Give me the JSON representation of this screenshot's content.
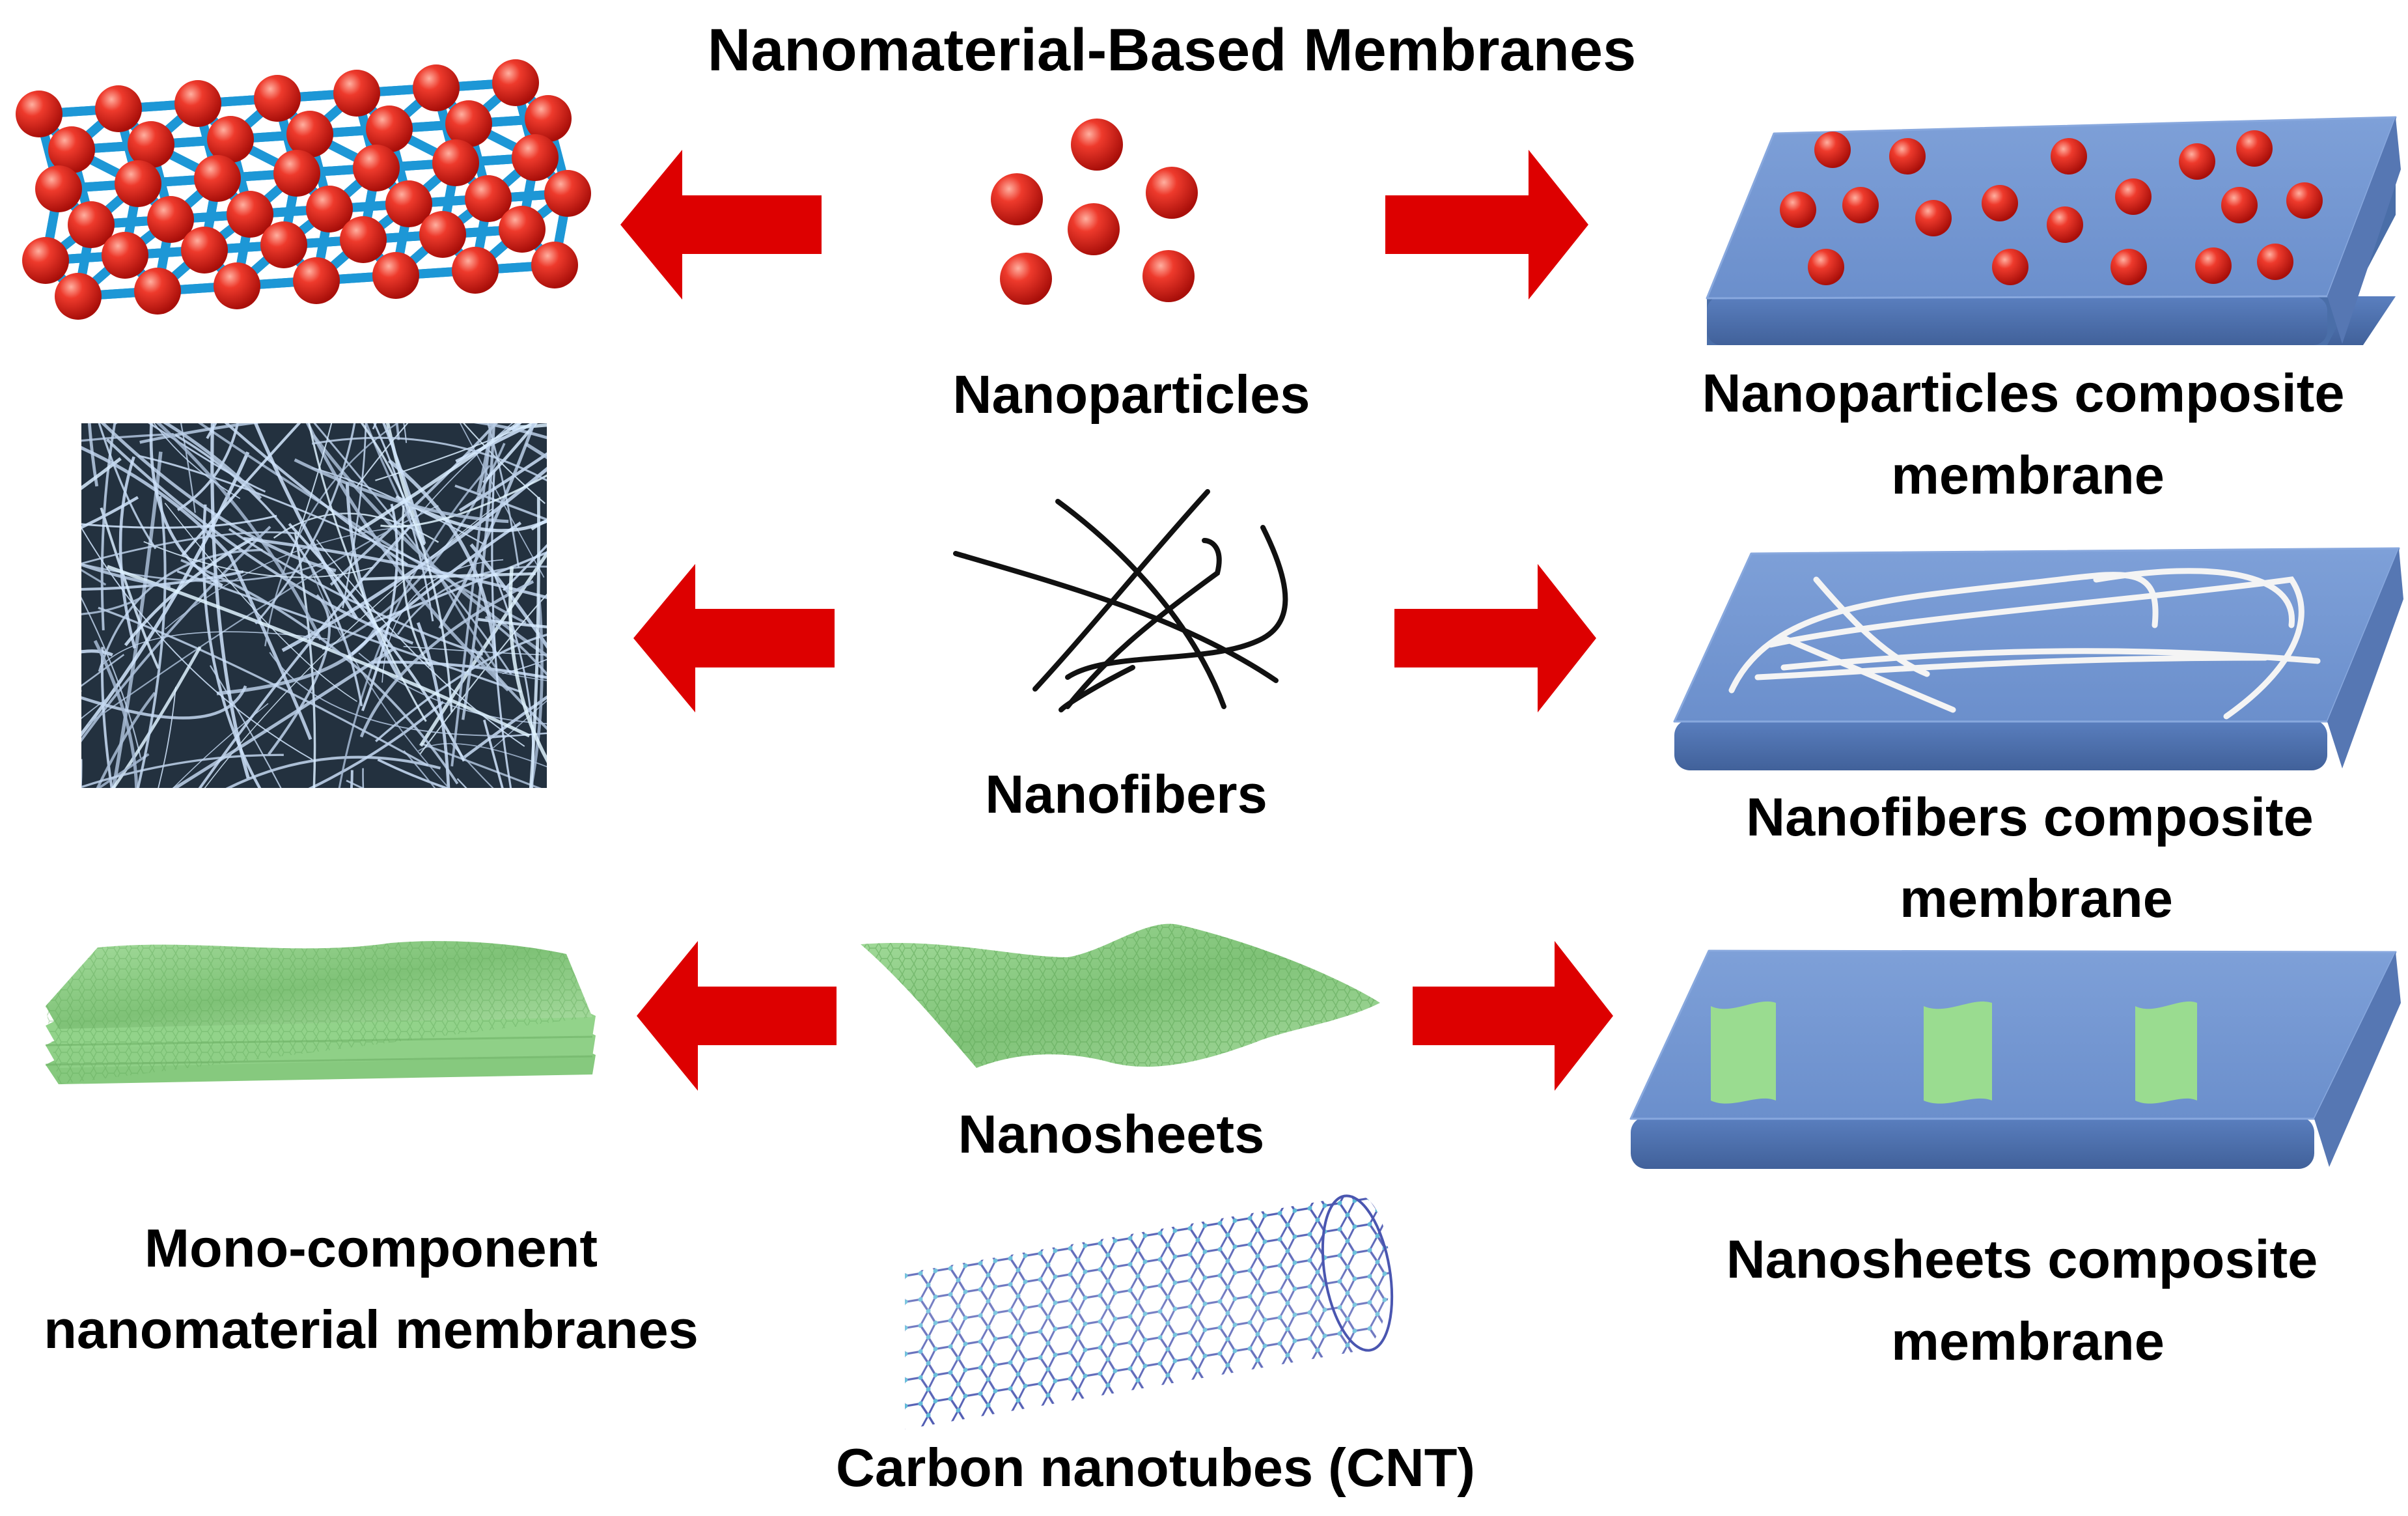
{
  "title": "Nanomaterial-Based Membranes",
  "labels": {
    "nanoparticles": "Nanoparticles",
    "nanofibers": "Nanofibers",
    "nanosheets": "Nanosheets",
    "cnt": "Carbon nanotubes (CNT)",
    "mono_line1": "Mono-component",
    "mono_line2": "nanomaterial membranes",
    "np_comp_line1": "Nanoparticles composite",
    "np_comp_line2": "membrane",
    "nf_comp_line1": "Nanofibers composite",
    "nf_comp_line2": "membrane",
    "ns_comp_line1": "Nanosheets composite",
    "ns_comp_line2": "membrane"
  },
  "colors": {
    "arrow": "#dd0000",
    "particle": "#e8302a",
    "membrane": "#6f93cf",
    "membrane_side": "#4d72b0",
    "sheet": "#8fd08a",
    "fiber_mat": "#c6d8ee",
    "cnt": "#4a56b0"
  },
  "icons": {
    "left_arrow": "red-left-arrow-icon",
    "right_arrow": "red-right-arrow-icon"
  }
}
